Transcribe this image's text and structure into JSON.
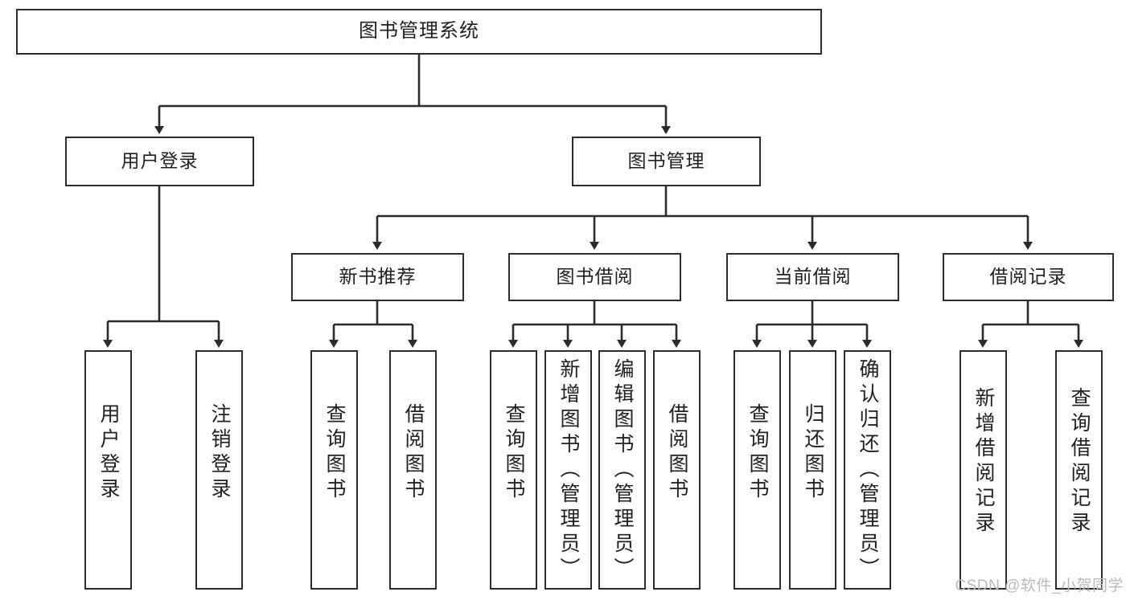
{
  "diagram": {
    "type": "tree-hierarchy-chart",
    "title": "图书管理系统",
    "watermark": "CSDN @软件_小贺同学",
    "colors": {
      "box_border": "#2b2b2b",
      "box_fill": "#ffffff",
      "connector": "#2b2b2b",
      "text": "#1f1f1f",
      "watermark": "#b9b9b9",
      "background": "#ffffff"
    },
    "root": {
      "label": "图书管理系统"
    },
    "level1": [
      {
        "label": "用户登录"
      },
      {
        "label": "图书管理"
      }
    ],
    "level2": [
      {
        "label": "新书推荐"
      },
      {
        "label": "图书借阅"
      },
      {
        "label": "当前借阅"
      },
      {
        "label": "借阅记录"
      }
    ],
    "leaves": {
      "user_login": [
        {
          "label": "用户登录"
        },
        {
          "label": "注销登录"
        }
      ],
      "new_book_recommend": [
        {
          "label": "查询图书"
        },
        {
          "label": "借阅图书"
        }
      ],
      "book_borrow": [
        {
          "label": "查询图书"
        },
        {
          "label": "新增图书（管理员）"
        },
        {
          "label": "编辑图书（管理员）"
        },
        {
          "label": "借阅图书"
        }
      ],
      "current_borrow": [
        {
          "label": "查询图书"
        },
        {
          "label": "归还图书"
        },
        {
          "label": "确认归还（管理员）"
        }
      ],
      "borrow_record": [
        {
          "label": "新增借阅记录"
        },
        {
          "label": "查询借阅记录"
        }
      ]
    }
  }
}
